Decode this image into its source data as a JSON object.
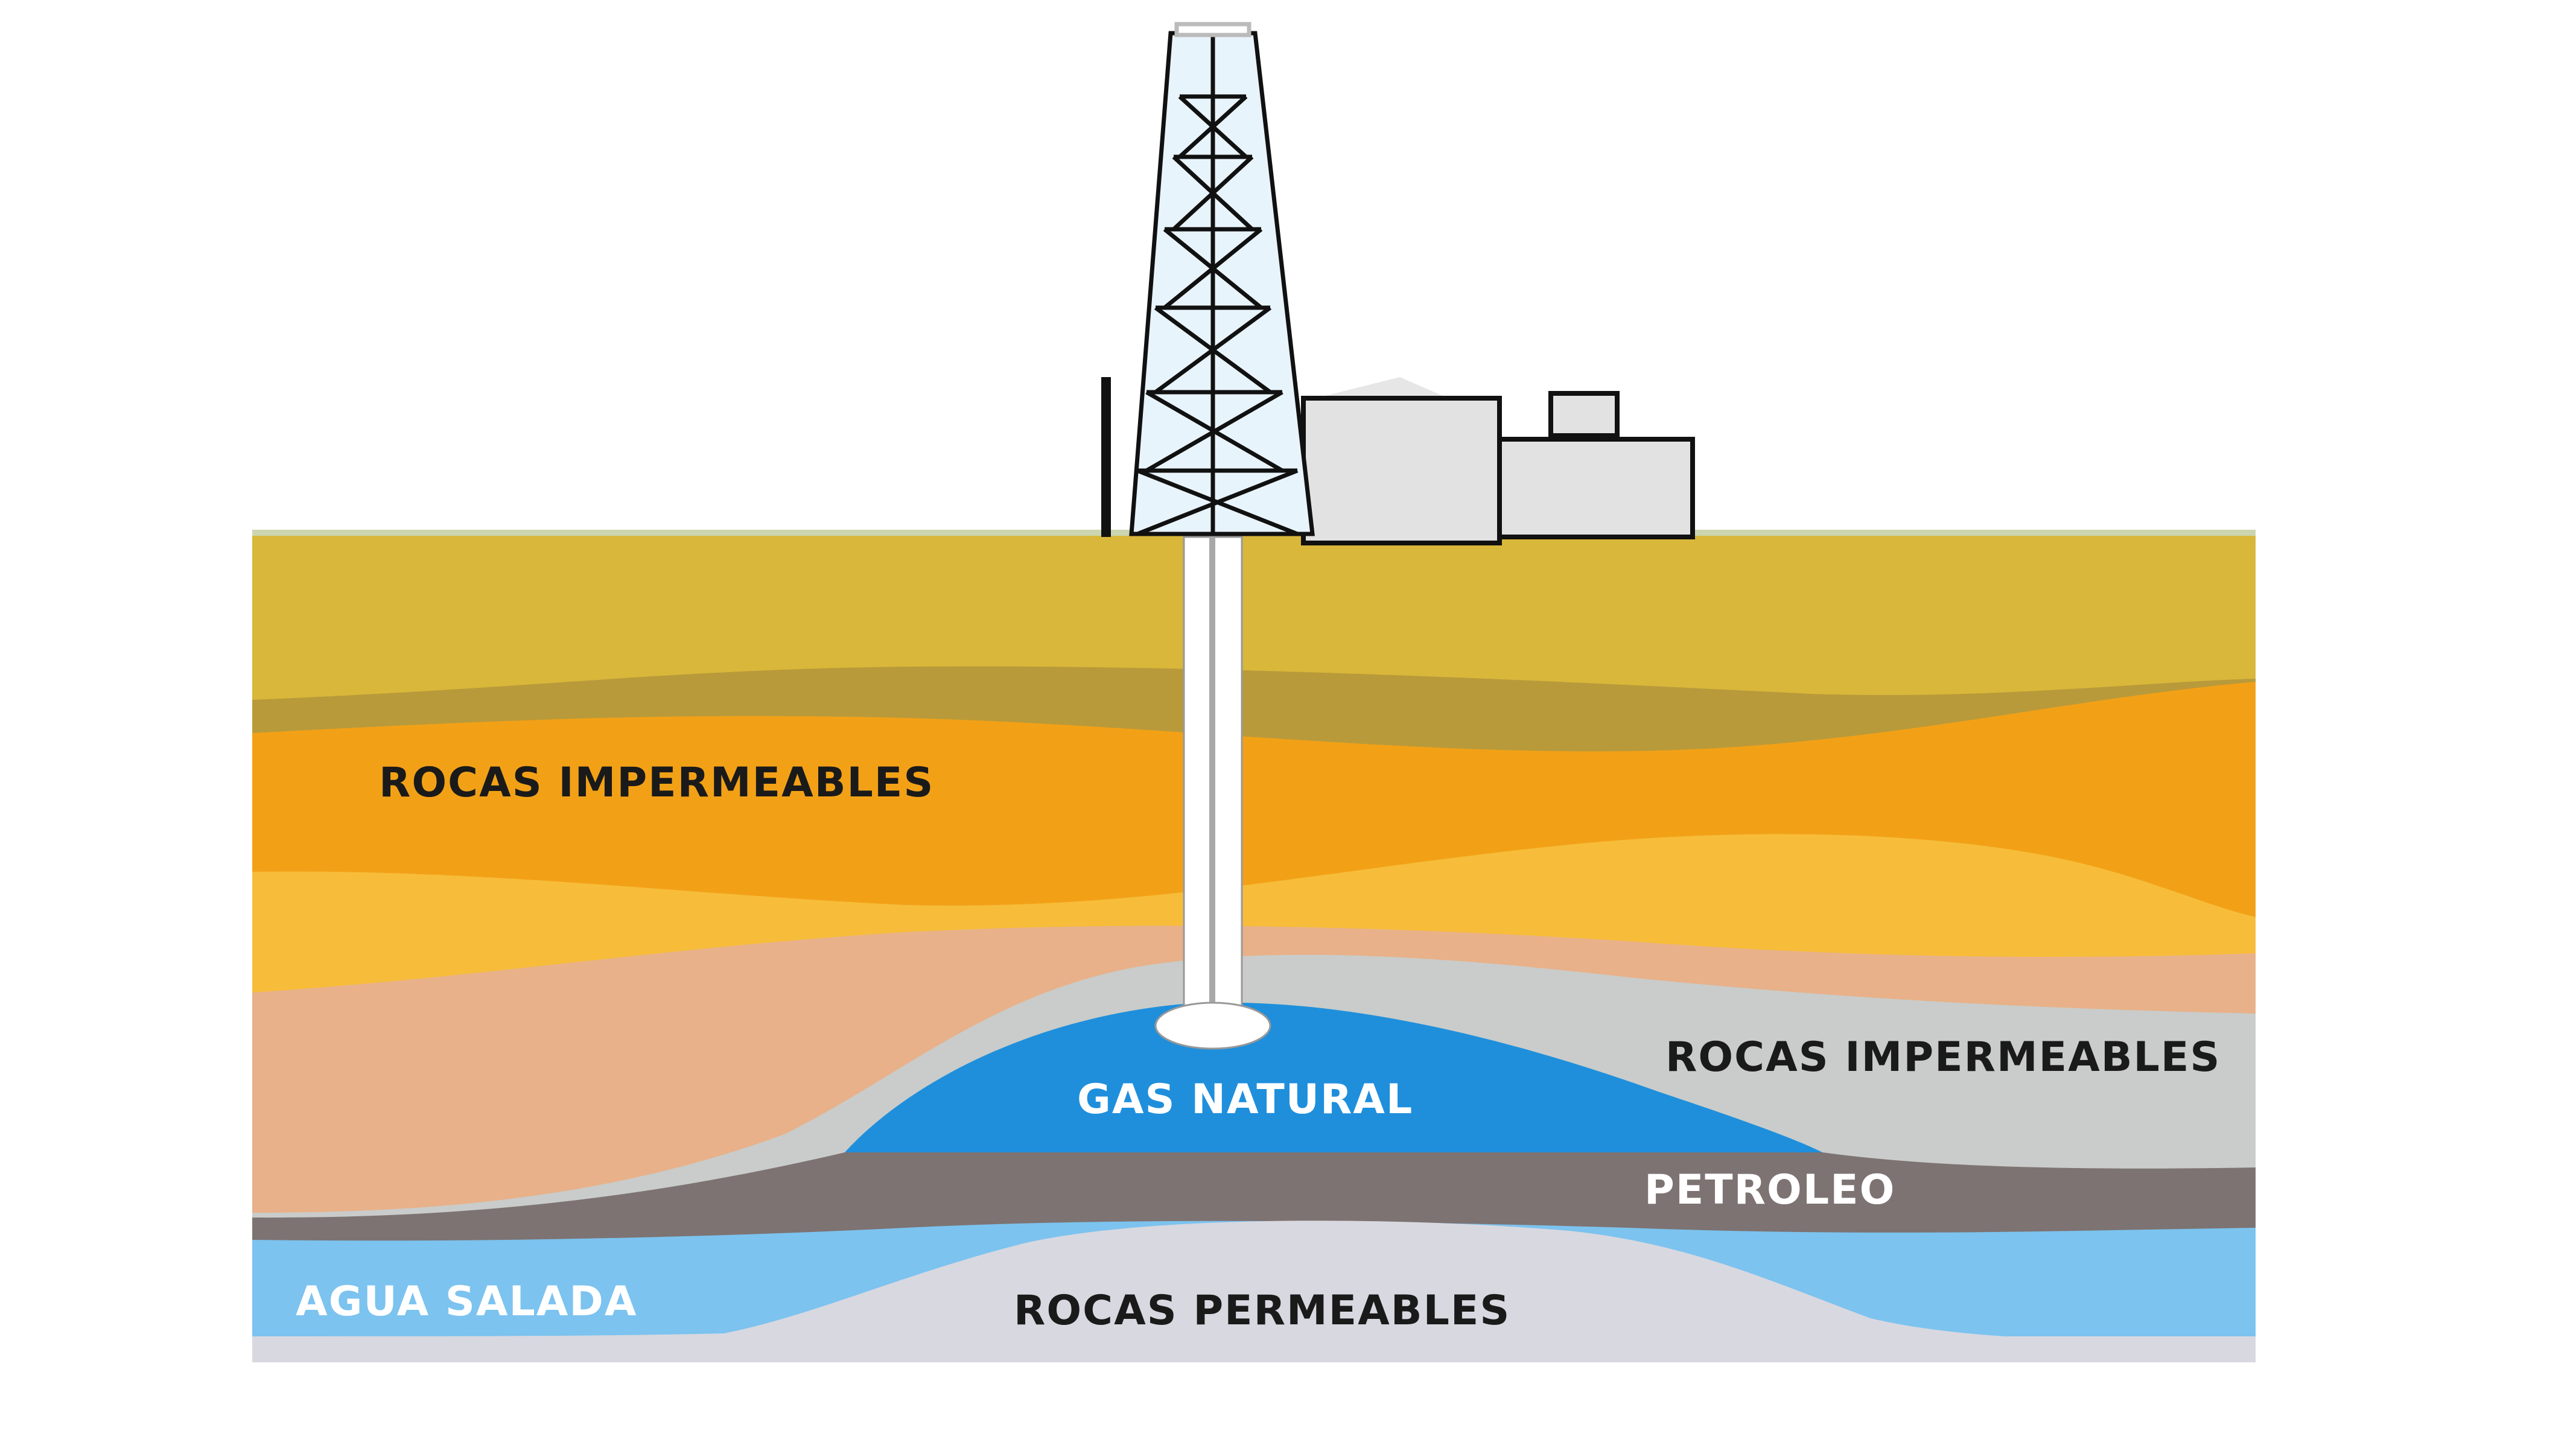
{
  "labels": {
    "rocas_impermeables_upper": "ROCAS IMPERMEABLES",
    "rocas_impermeables_right": "ROCAS IMPERMEABLES",
    "gas_natural": "GAS NATURAL",
    "petroleo": "PETROLEO",
    "agua_salada": "AGUA SALADA",
    "rocas_permeables": "ROCAS PERMEABLES"
  },
  "colors": {
    "top_soil": "#d8b73a",
    "dark_band": "#b99a3a",
    "orange": "#f2a117",
    "light_orange": "#f7bd3a",
    "peach": "#e8b189",
    "gray_cap": "#c9ccca",
    "gas": "#1f8fdc",
    "oil": "#7d7372",
    "water": "#7cc3ef",
    "permeable": "#d8d8e0",
    "label_dark": "#1a1a1a",
    "label_light": "#ffffff"
  },
  "icons": [
    "drilling-derrick-icon",
    "wellbore-icon",
    "processing-plant-icon",
    "exhaust-stack-icon"
  ]
}
